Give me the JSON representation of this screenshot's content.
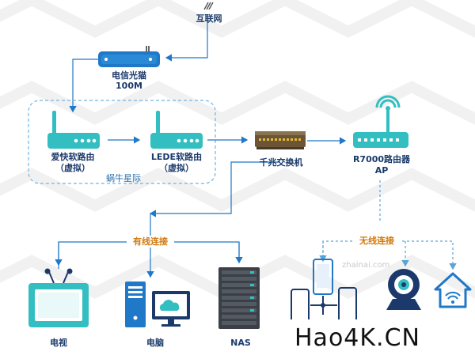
{
  "labels": {
    "internet": "互联网",
    "modem_line1": "电信光猫",
    "modem_line2": "100M",
    "ikuai_line1": "爱快软路由",
    "ikuai_line2": "（虚拟）",
    "lede_line1": "LEDE软路由",
    "lede_line2": "（虚拟）",
    "host": "蜗牛星际",
    "switch": "千兆交换机",
    "router_line1": "R7000路由器",
    "router_line2": "AP",
    "wired": "有线连接",
    "wireless": "无线连接",
    "tv": "电视",
    "pc": "电脑",
    "nas": "NAS"
  },
  "watermark": {
    "url": "zhainai.com",
    "brand": "Hao4K.CN"
  },
  "colors": {
    "teal": "#33bfc1",
    "blue": "#1f78c8",
    "navy": "#1b3a6b",
    "orange": "#e08a12",
    "dashed": "#5aa3d6"
  }
}
